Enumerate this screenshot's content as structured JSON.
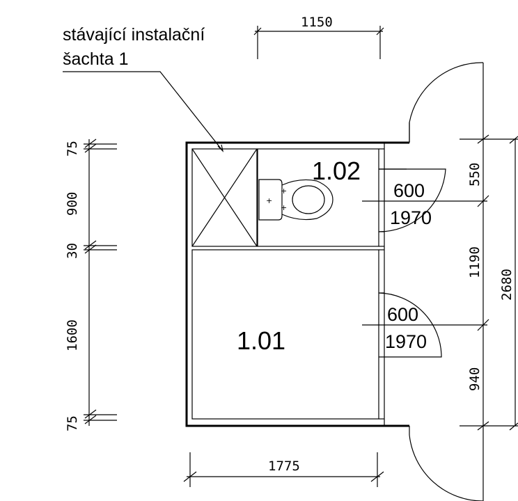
{
  "label": {
    "line1": "stávající instalační",
    "line2": "šachta 1"
  },
  "rooms": {
    "upper": "1.02",
    "lower": "1.01"
  },
  "doors": {
    "upper": {
      "width": "600",
      "height": "1970"
    },
    "lower": {
      "width": "600",
      "height": "1970"
    }
  },
  "dimensions": {
    "top": "1150",
    "bottom": "1775",
    "left": [
      "75",
      "900",
      "30",
      "1600",
      "75"
    ],
    "right": [
      "550",
      "1190",
      "940"
    ],
    "total_right": "2680"
  }
}
